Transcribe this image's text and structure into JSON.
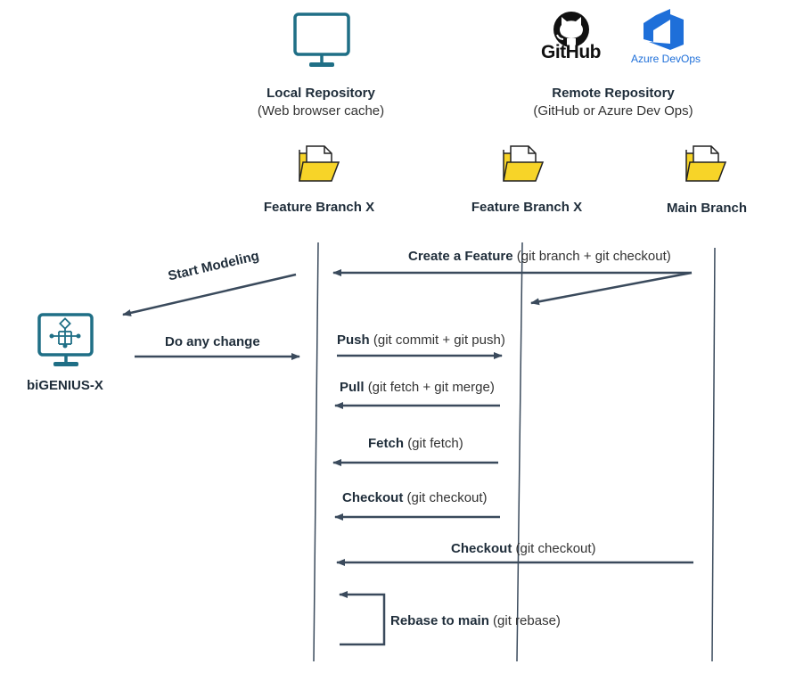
{
  "brand": {
    "github_text": "GitHub",
    "azure_text": "Azure DevOps",
    "azure_color": "#1e6fd9"
  },
  "colors": {
    "line": "#3a4a5c",
    "icon_teal": "#1f6f86",
    "folder_yellow": "#f7d428"
  },
  "headers": {
    "local": {
      "title": "Local Repository",
      "subtitle": "(Web browser cache)"
    },
    "remote": {
      "title": "Remote Repository",
      "subtitle": "(GitHub or Azure Dev Ops)"
    }
  },
  "branches": {
    "local_feature": "Feature Branch X",
    "remote_feature": "Feature Branch X",
    "main": "Main Branch"
  },
  "app": {
    "name": "biGENIUS-X"
  },
  "actions": {
    "start_modeling": "Start Modeling",
    "do_any_change": "Do any change",
    "create_feature": {
      "bold": "Create a Feature",
      "rest": "(git branch + git checkout)"
    },
    "push": {
      "bold": "Push",
      "rest": "(git commit + git push)"
    },
    "pull": {
      "bold": "Pull",
      "rest": "(git fetch + git merge)"
    },
    "fetch": {
      "bold": "Fetch",
      "rest": "(git fetch)"
    },
    "checkout_feature": {
      "bold": "Checkout",
      "rest": " (git checkout)"
    },
    "checkout_main": {
      "bold": "Checkout",
      "rest": "(git checkout)"
    },
    "rebase": {
      "bold": "Rebase to main",
      "rest": "(git rebase)"
    }
  }
}
